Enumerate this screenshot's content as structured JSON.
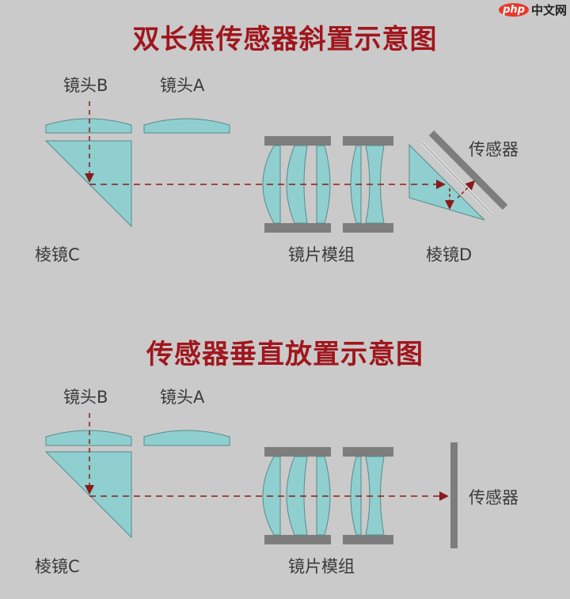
{
  "watermark": {
    "logo": "php",
    "text": "中文网"
  },
  "diagram_top": {
    "title": "双长焦传感器斜置示意图",
    "labels": {
      "lens_b": "镜头B",
      "lens_a": "镜头A",
      "prism_c": "棱镜C",
      "lens_module": "镜片模组",
      "prism_d": "棱镜D",
      "sensor": "传感器"
    }
  },
  "diagram_bottom": {
    "title": "传感器垂直放置示意图",
    "labels": {
      "lens_b": "镜头B",
      "lens_a": "镜头A",
      "prism_c": "棱镜C",
      "lens_module": "镜片模组",
      "sensor": "传感器"
    }
  },
  "colors": {
    "title": "#a0161c",
    "glass": "#8fcfcf",
    "glass_stroke": "#5a8a8a",
    "holder": "#7d7d7d",
    "ray": "#8b1a1a",
    "background": "#cacaca"
  }
}
